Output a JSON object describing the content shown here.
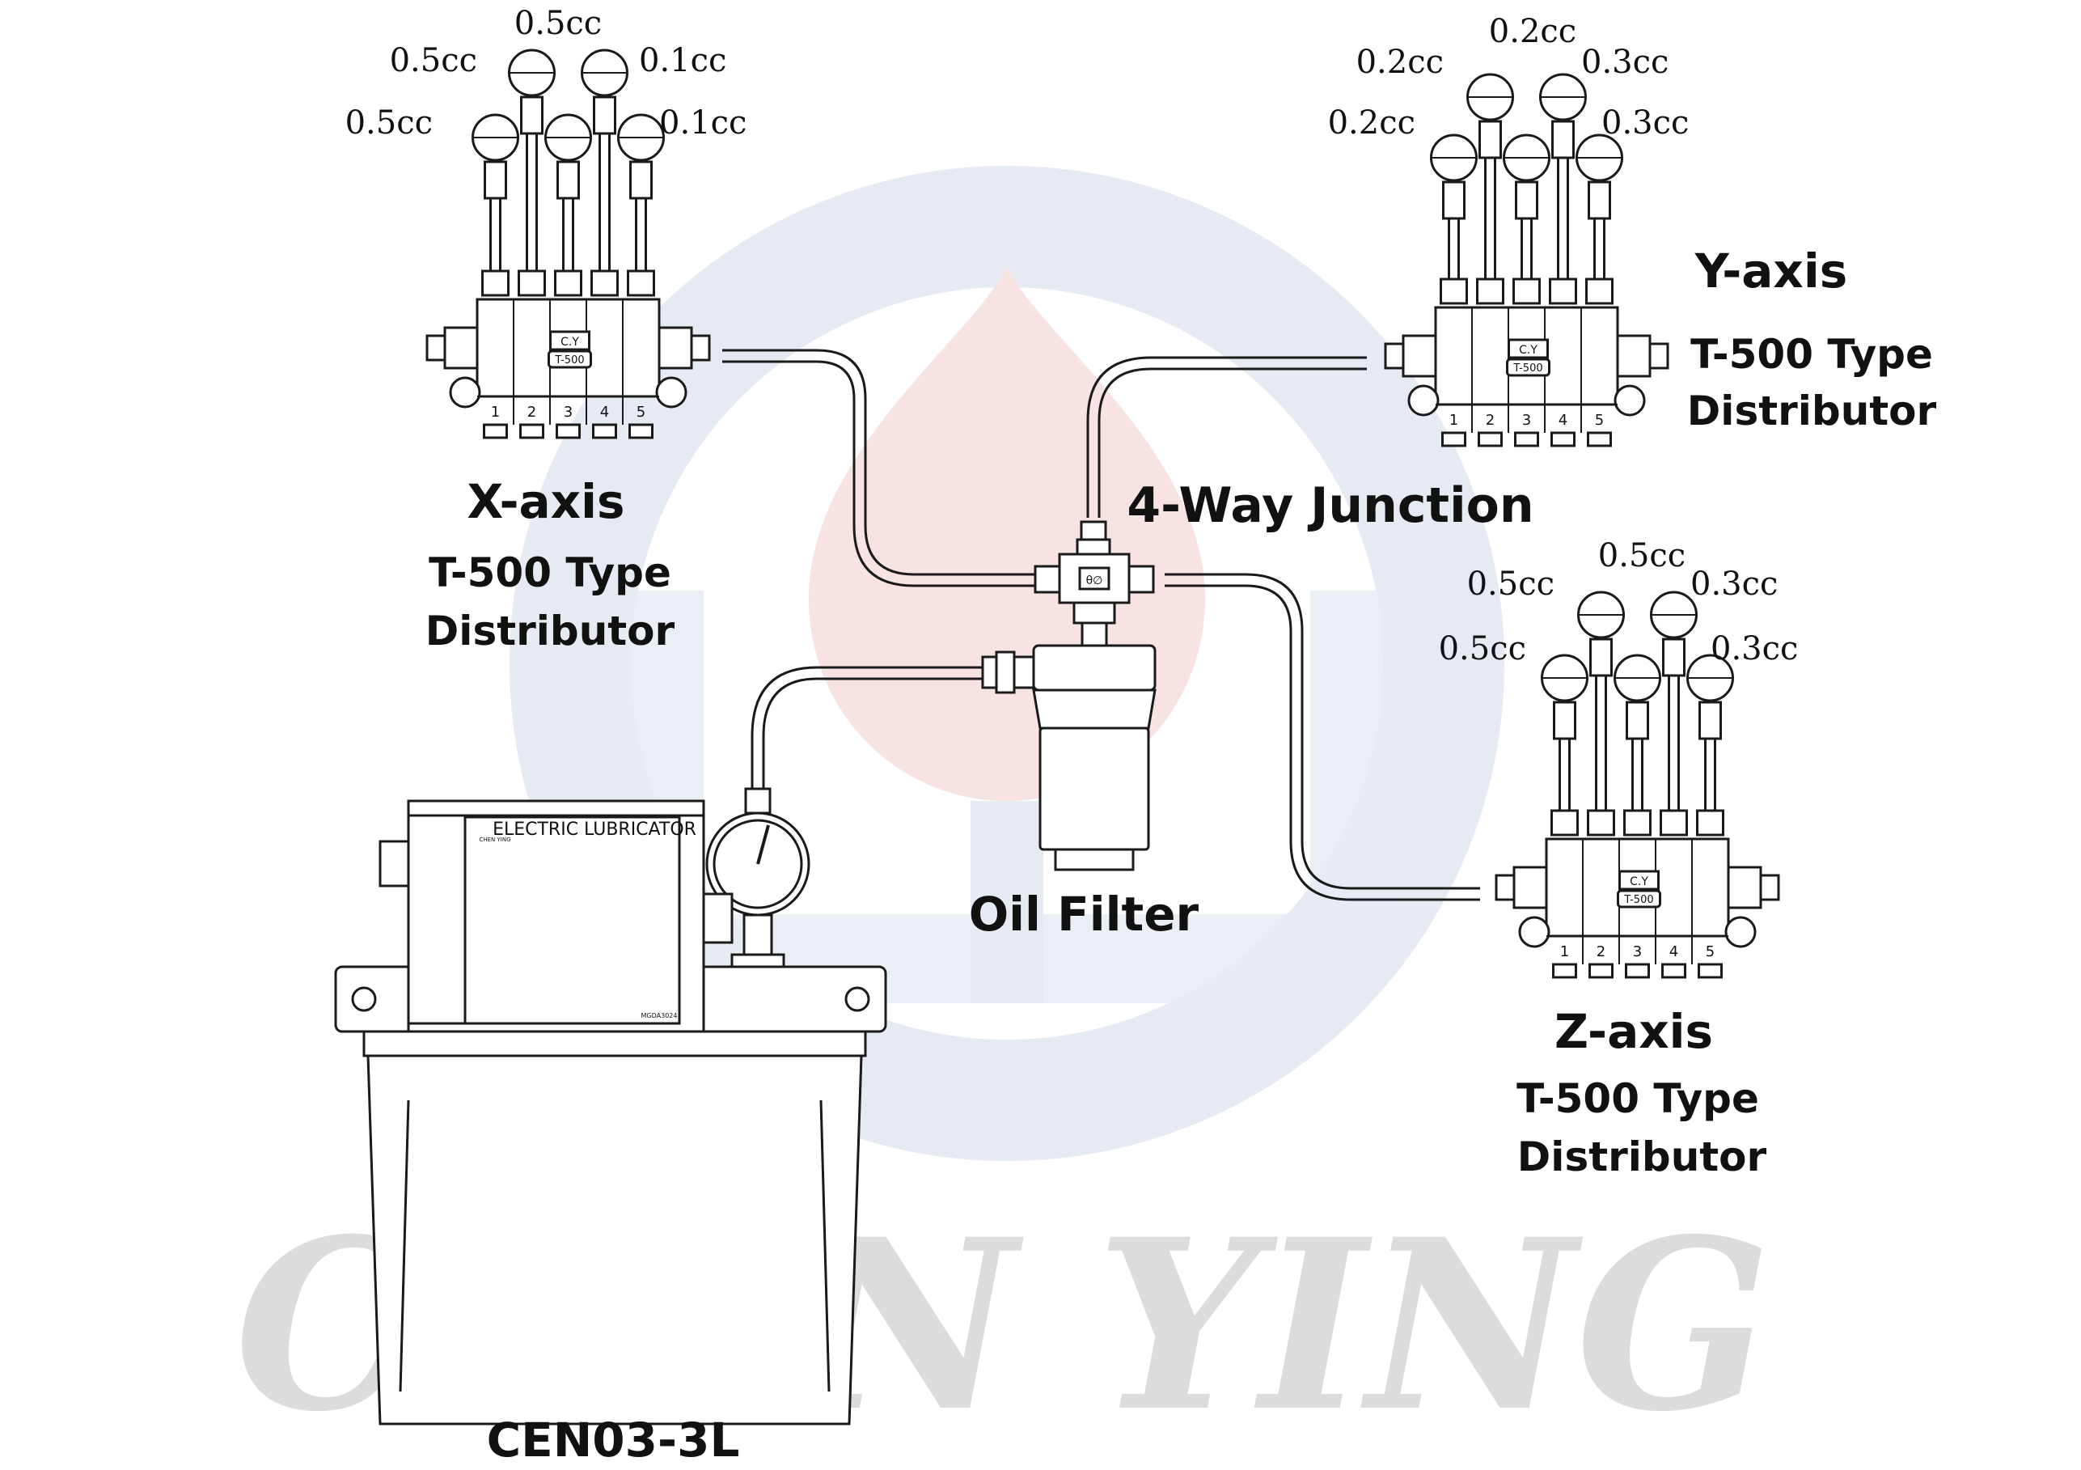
{
  "watermark": {
    "text": "CHEN YING",
    "text_color": "#dcdcdc",
    "ring_color": "#e6ebf3",
    "drop_color": "#f8e3e3"
  },
  "labels": {
    "junction": "4-Way Junction",
    "filter": "Oil Filter",
    "lubricator": "CEN03-3L"
  },
  "lubricator": {
    "brand": "CHEN YING",
    "title": "ELECTRIC LUBRICATOR",
    "model_tag": "MGDA3024"
  },
  "filter_block_tag": "θ∅",
  "distributors": [
    {
      "id": "x",
      "axis": "X-axis",
      "type_line": "T-500 Type",
      "type_word": "Distributor",
      "brand": "C.Y",
      "model": "T-500",
      "ports": [
        "1",
        "2",
        "3",
        "4",
        "5"
      ],
      "volumes": [
        "0.5cc",
        "0.5cc",
        "0.5cc",
        "0.1cc",
        "0.1cc"
      ]
    },
    {
      "id": "y",
      "axis": "Y-axis",
      "type_line": "T-500 Type",
      "type_word": "Distributor",
      "brand": "C.Y",
      "model": "T-500",
      "ports": [
        "1",
        "2",
        "3",
        "4",
        "5"
      ],
      "volumes": [
        "0.2cc",
        "0.2cc",
        "0.2cc",
        "0.3cc",
        "0.3cc"
      ]
    },
    {
      "id": "z",
      "axis": "Z-axis",
      "type_line": "T-500 Type",
      "type_word": "Distributor",
      "brand": "C.Y",
      "model": "T-500",
      "ports": [
        "1",
        "2",
        "3",
        "4",
        "5"
      ],
      "volumes": [
        "0.5cc",
        "0.5cc",
        "0.5cc",
        "0.3cc",
        "0.3cc"
      ]
    }
  ]
}
